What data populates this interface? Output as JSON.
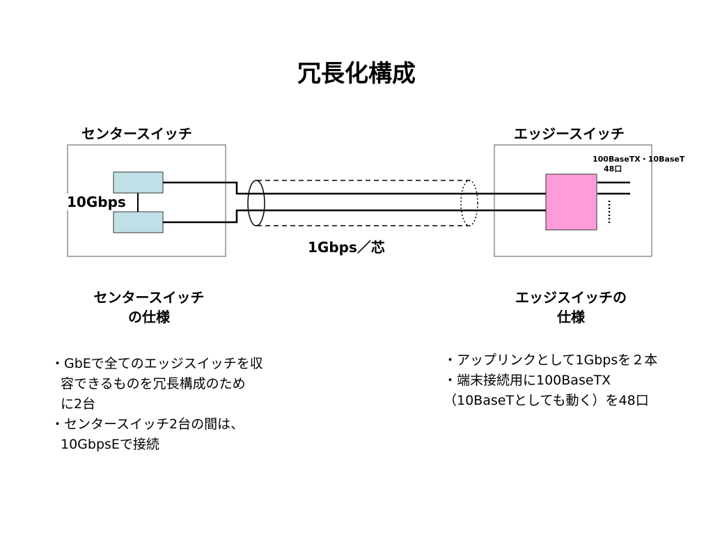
{
  "title": "冗長化構成",
  "center_switch": {
    "label": "センタースイッチ",
    "uplink_speed": "10Gbps"
  },
  "edge_switch": {
    "label": "エッジースイッチ",
    "port_label_line1": "100BaseTX・10BaseT",
    "port_label_line2": "48口"
  },
  "cable": {
    "speed_label": "1Gbps／芯"
  },
  "center_spec": {
    "heading_line1": "センタースイッチ",
    "heading_line2": "の仕様",
    "bullets": [
      "・GbEで全てのエッジスイッチを収",
      "容できるものを冗長構成のため",
      "に2台",
      "・センタースイッチ2台の間は、",
      "10GbpsEで接続"
    ]
  },
  "edge_spec": {
    "heading_line1": "エッジスイッチの",
    "heading_line2": "仕様",
    "bullets": [
      "・アップリンクとして1Gbpsを２本",
      "・端末接続用に100BaseTX",
      "（10BaseTとしても動く）を48口"
    ]
  },
  "colors": {
    "center_module_fill": "#bfe0e6",
    "edge_module_fill": "#ff9bd8",
    "line": "#000000"
  }
}
